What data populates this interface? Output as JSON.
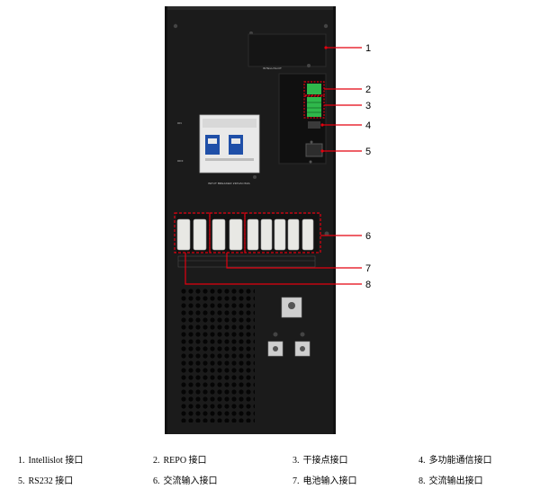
{
  "cabinet": {
    "intellislot_label": "INTELLISLOT",
    "on_label": "ON",
    "off_label": "OFF",
    "breaker_label": "INPUT BREAKER 230VAC/63A"
  },
  "callouts": [
    "1",
    "2",
    "3",
    "4",
    "5",
    "6",
    "7",
    "8"
  ],
  "legend": [
    {
      "num": "1.",
      "label": "Intellislot 接口"
    },
    {
      "num": "2.",
      "label": "REPO 接口"
    },
    {
      "num": "3.",
      "label": "干接点接口"
    },
    {
      "num": "4.",
      "label": "多功能通信接口"
    },
    {
      "num": "5.",
      "label": "RS232 接口"
    },
    {
      "num": "6.",
      "label": "交流输入接口"
    },
    {
      "num": "7.",
      "label": "电池输入接口"
    },
    {
      "num": "8.",
      "label": "交流输出接口"
    }
  ],
  "colors": {
    "cabinet": "#1b1b1b",
    "callout_line": "#e3000f",
    "breaker_body": "#e9e9e9",
    "breaker_accent": "#1f4fa8",
    "terminal": "#e8e8e4",
    "connector_green": "#2fb84b"
  }
}
